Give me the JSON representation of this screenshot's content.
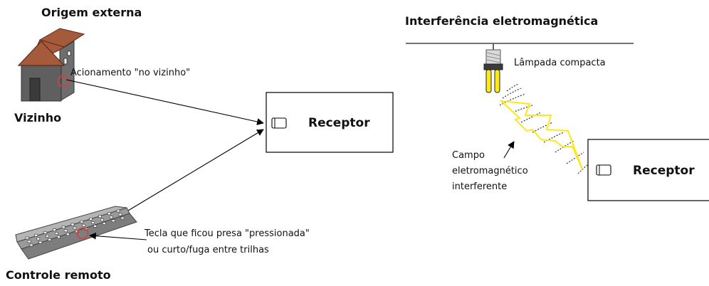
{
  "left": {
    "title": "Origem externa",
    "house_label": "Vizinho",
    "house_callout": "Acionamento \"no vizinho\"",
    "receiver_label": "Receptor",
    "remote_callout_line1": "Tecla que ficou presa \"pressionada\"",
    "remote_callout_line2": "ou curto/fuga entre trilhas",
    "remote_label": "Controle remoto"
  },
  "right": {
    "title": "Interferência eletromagnética",
    "lamp_label": "Lâmpada compacta",
    "field_label_line1": "Campo",
    "field_label_line2": "eletromagnético",
    "field_label_line3": "interferente",
    "receiver_label": "Receptor"
  },
  "colors": {
    "house_wall": "#5f5f5f",
    "house_roof": "#a55a3c",
    "highlight_circle": "#e53935",
    "lamp_tube": "#ffe81a",
    "lightning": "#ffe81a",
    "remote_body": "#b5b5b5"
  }
}
